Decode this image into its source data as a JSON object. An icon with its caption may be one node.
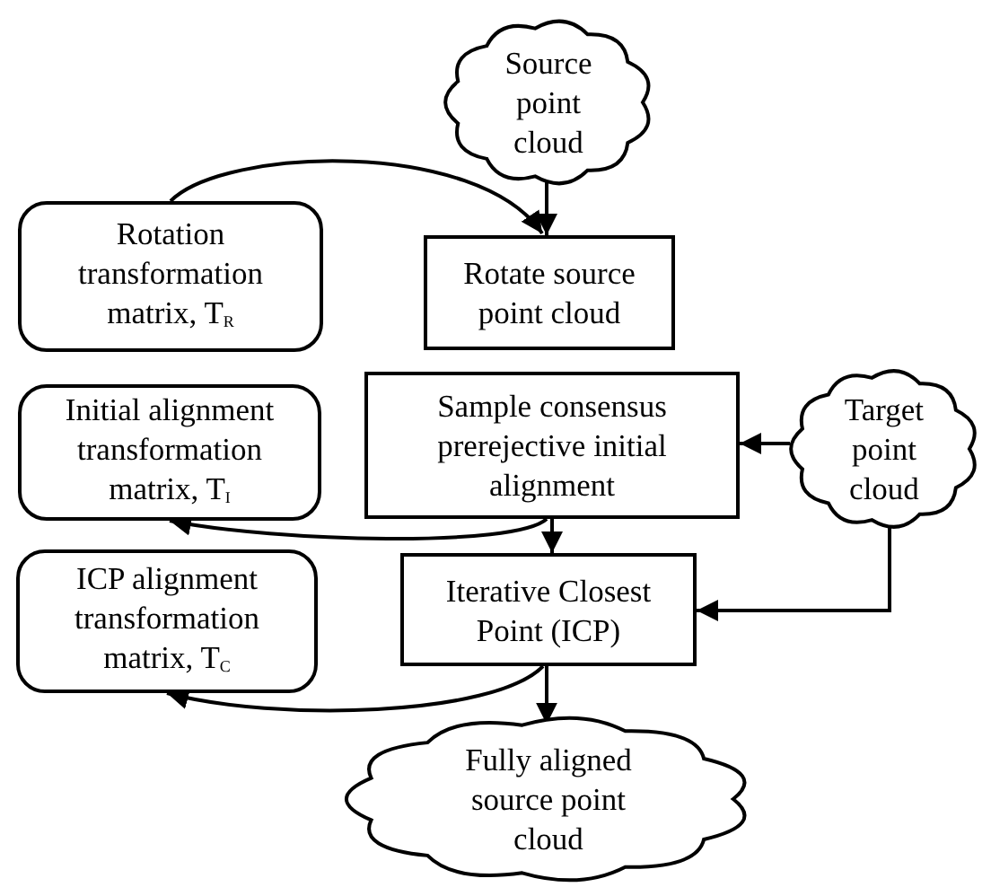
{
  "diagram": {
    "nodes": [
      {
        "text": [
          "Source point cloud"
        ]
      },
      {
        "text": [
          "Rotation transformation matrix, T$_{R}$"
        ]
      },
      {
        "text": [
          "Rotate source point cloud"
        ]
      },
      {
        "text": [
          "Initial alignment transformation matrix, T$_{I}$"
        ]
      },
      {
        "text": [
          "Sample consensus prerejective initial alignment"
        ]
      },
      {
        "text": [
          "Target point cloud"
        ]
      },
      {
        "text": [
          "ICP alignment transformation matrix, T$_{C}$"
        ]
      },
      {
        "text": [
          "Iterative Closest Point (ICP)"
        ]
      },
      {
        "text": [
          "Fully aligned source point cloud"
        ]
      }
    ],
    "edges": [
      {
        "from": 0,
        "to": 2,
        "arrow": "to"
      },
      {
        "from": 1,
        "to": 2,
        "arrow": "to"
      },
      {
        "from": 5,
        "to": 4,
        "arrow": "to"
      },
      {
        "from": 4,
        "to": 3,
        "arrow": "to"
      },
      {
        "from": 4,
        "to": 7,
        "arrow": "to"
      },
      {
        "from": 5,
        "to": 7,
        "arrow": "to"
      },
      {
        "from": 7,
        "to": 6,
        "arrow": "to"
      },
      {
        "from": 7,
        "to": 8,
        "arrow": "to"
      }
    ]
  }
}
